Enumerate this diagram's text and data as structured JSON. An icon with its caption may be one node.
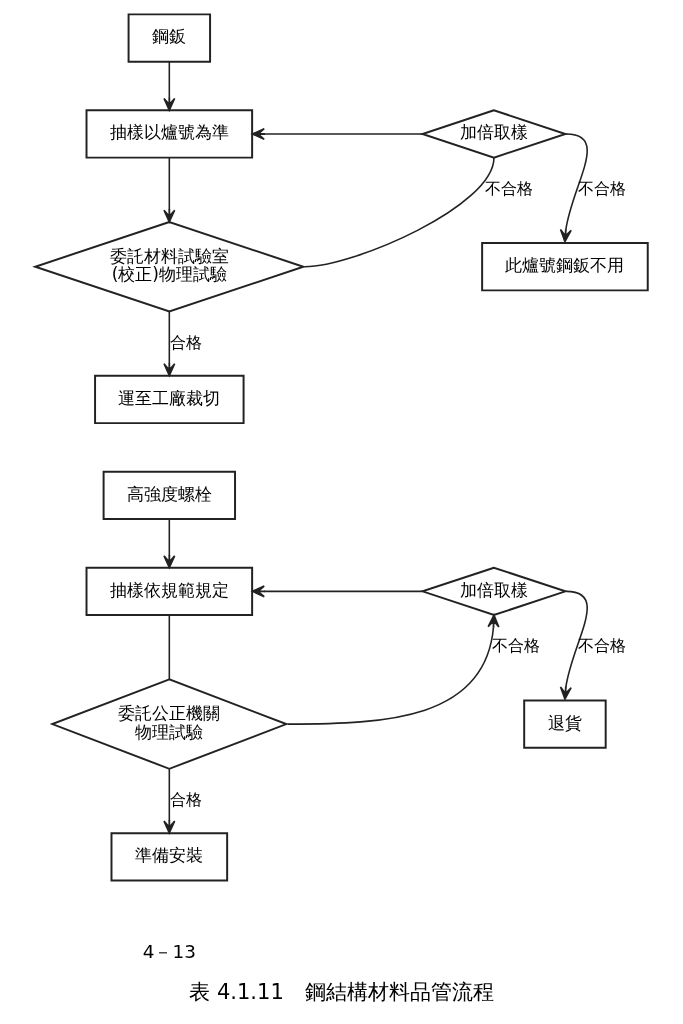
{
  "diagram": {
    "caption": "表 4.1.11　鋼結構材料品管流程",
    "nodes": [
      {
        "text": [
          "鋼鈑"
        ]
      },
      {
        "text": [
          "抽樣以爐號為準"
        ]
      },
      {
        "text": [
          "委託材料試驗室(校正)物理試驗"
        ]
      },
      {
        "text": [
          "加倍取樣"
        ]
      },
      {
        "text": [
          "此爐號鋼鈑不用"
        ]
      },
      {
        "text": [
          "運至工廠裁切"
        ]
      },
      {
        "text": [
          "高強度螺栓"
        ]
      },
      {
        "text": [
          "抽樣依規範規定"
        ]
      },
      {
        "text": [
          "委託公正機關物理試驗"
        ]
      },
      {
        "text": [
          "加倍取樣"
        ]
      },
      {
        "text": [
          "退貨"
        ]
      },
      {
        "text": [
          "準備安裝"
        ]
      }
    ],
    "edges": [
      {
        "from": 0,
        "to": 1,
        "arrow": "to"
      },
      {
        "from": 1,
        "to": 2,
        "arrow": "to"
      },
      {
        "from": 2,
        "to": 5,
        "label": "合格",
        "arrow": "to"
      },
      {
        "from": 2,
        "to": 3,
        "label": "不合格",
        "arrow": "none"
      },
      {
        "from": 3,
        "to": 1,
        "arrow": "to"
      },
      {
        "from": 3,
        "to": 4,
        "label": "不合格",
        "arrow": "to"
      },
      {
        "from": 6,
        "to": 7,
        "arrow": "to"
      },
      {
        "from": 7,
        "to": 8,
        "arrow": "none"
      },
      {
        "from": 8,
        "to": 11,
        "label": "合格",
        "arrow": "to"
      },
      {
        "from": 8,
        "to": 9,
        "label": "不合格",
        "arrow": "to"
      },
      {
        "from": 9,
        "to": 7,
        "arrow": "to"
      },
      {
        "from": 9,
        "to": 10,
        "label": "不合格",
        "arrow": "to"
      }
    ],
    "labels": [
      "4－13"
    ]
  }
}
